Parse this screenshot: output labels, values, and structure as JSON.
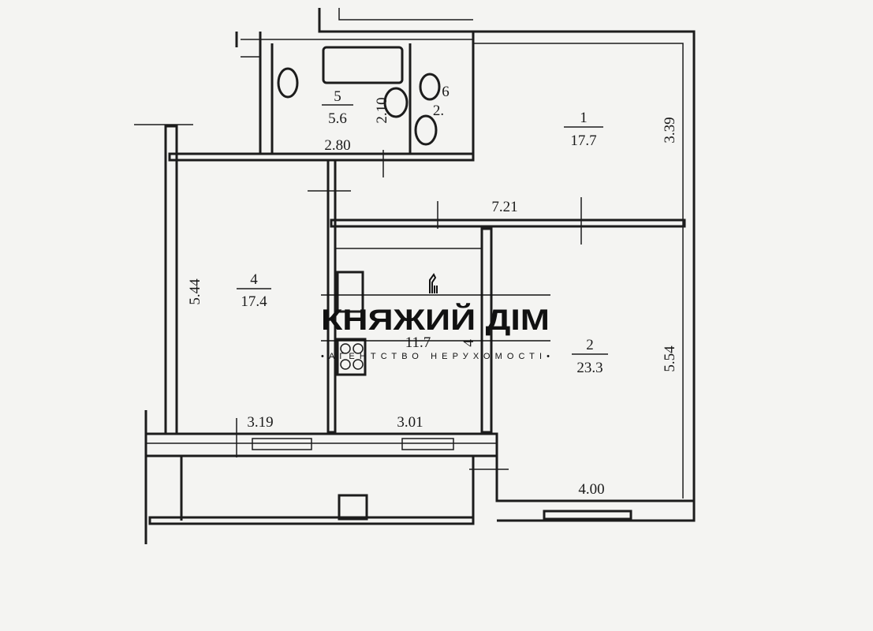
{
  "plan": {
    "rooms": [
      {
        "id": "room-1",
        "number": "1",
        "area": "17.7"
      },
      {
        "id": "room-2",
        "number": "2",
        "area": "23.3"
      },
      {
        "id": "room-3",
        "number": "",
        "area": "11.7"
      },
      {
        "id": "room-4",
        "number": "4",
        "area": "17.4"
      },
      {
        "id": "room-5",
        "number": "5",
        "area": "5.6"
      },
      {
        "id": "room-6",
        "number": "6",
        "area": "2."
      }
    ],
    "dimensions": {
      "d_280": "2.80",
      "d_210": "2.10",
      "d_339": "3.39",
      "d_721": "7.21",
      "d_544": "5.44",
      "d_554": "5.54",
      "d_4": "4",
      "d_319": "3.19",
      "d_301": "3.01",
      "d_400": "4.00"
    }
  },
  "watermark": {
    "brand": "КНЯЖИЙ ДІМ",
    "tagline": "•АГЕНТСТВО НЕРУХОМОСТІ•"
  },
  "colors": {
    "background": "#f4f4f2",
    "ink": "#1c1c1c"
  }
}
